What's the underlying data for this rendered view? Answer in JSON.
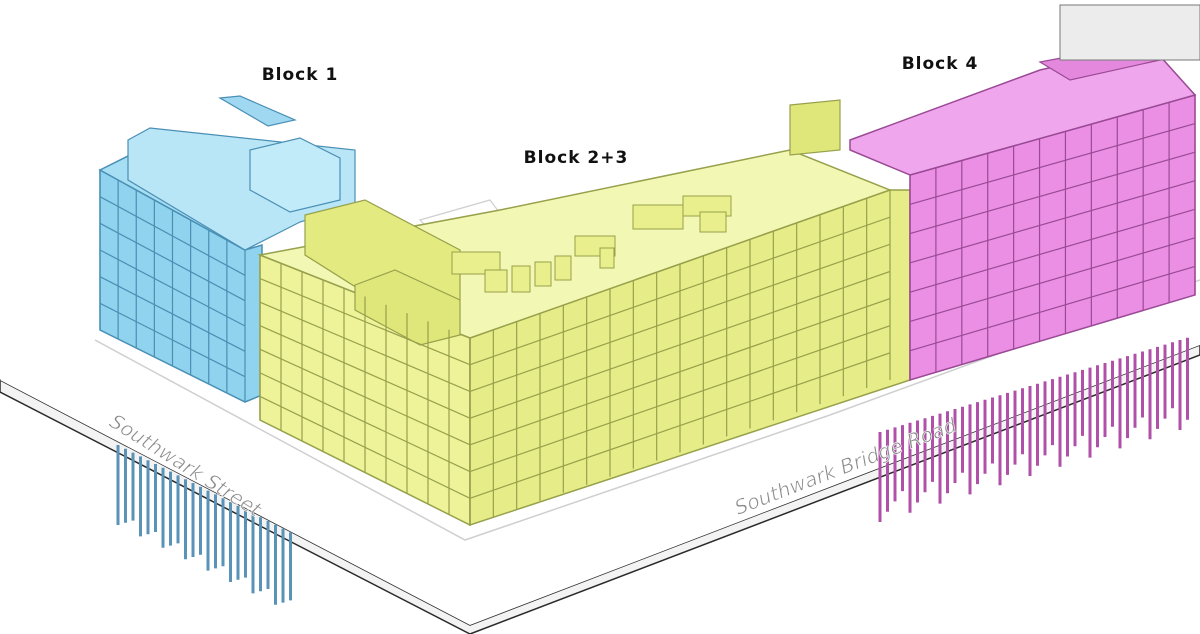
{
  "blocks": [
    {
      "id": "block1",
      "label": "Block 1",
      "color": "#8fd3ee",
      "stroke": "#4a8fb4"
    },
    {
      "id": "block23",
      "label": "Block 2+3",
      "color": "#eef39a",
      "stroke": "#97a04b"
    },
    {
      "id": "block4",
      "label": "Block 4",
      "color": "#ea8fe4",
      "stroke": "#9a4a95"
    }
  ],
  "streets": {
    "southwark_street": "Southwark Street",
    "southwark_bridge_road": "Southwark Bridge Road"
  },
  "colors": {
    "ground": "#ffffff",
    "ground_edge": "#2a2a2a",
    "footprint": "#cfcfcf",
    "piles_blue": "#5a93b8",
    "piles_pink": "#b050a8"
  }
}
